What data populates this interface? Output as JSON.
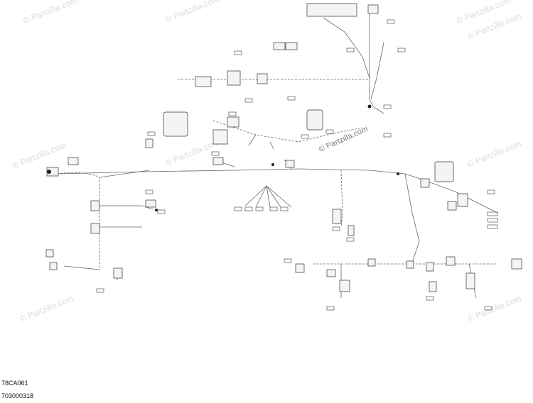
{
  "watermark_text": "© Partzilla.com",
  "center_watermark_text": "© Partzilla.com",
  "diagram_code": "78CA061",
  "part_number": "703000318",
  "colors": {
    "line": "#666666",
    "part_fill": "#f4f4f4",
    "watermark": "#dcdcdc"
  }
}
